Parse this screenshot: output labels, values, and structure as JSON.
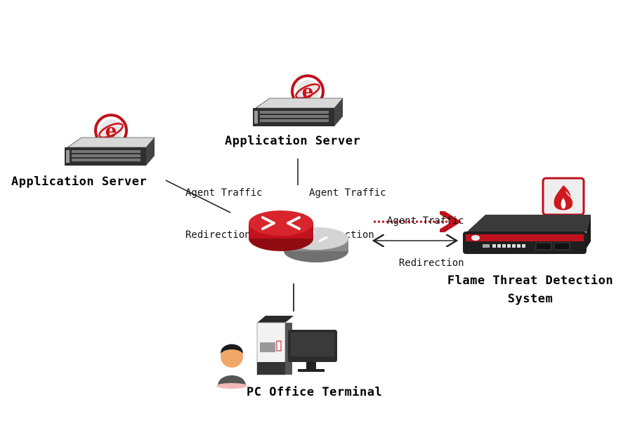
{
  "nodes": {
    "app_server_left": {
      "label": "Application Server",
      "icon": "server-with-ie-icon"
    },
    "app_server_top": {
      "label": "Application Server",
      "icon": "server-with-ie-icon"
    },
    "router": {
      "icon": "router-icon"
    },
    "flame": {
      "label_line1": "Flame Threat Detection",
      "label_line2": "System",
      "icon": "firewall-appliance-icon"
    },
    "pc": {
      "label": "PC Office Terminal",
      "icon": "pc-user-icon"
    }
  },
  "edges": {
    "left": {
      "line1": "Agent Traffic",
      "line2": "Redirection"
    },
    "top": {
      "line1": "Agent Traffic",
      "line2": "Redirection"
    },
    "right": {
      "line1": "Agent Traffic",
      "line2": "Redirection"
    }
  },
  "colors": {
    "accent_red": "#c0121c",
    "dark": "#222222"
  }
}
